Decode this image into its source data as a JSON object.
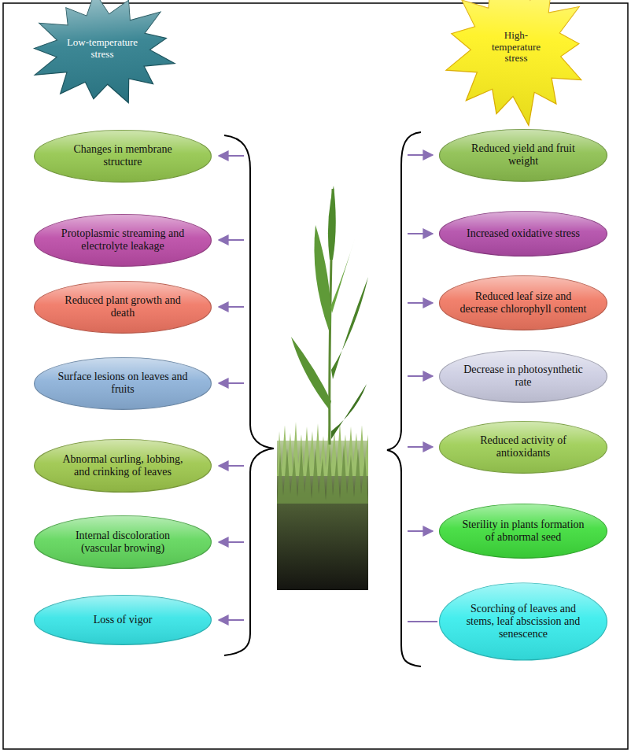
{
  "diagram": {
    "nodes": [
      {
        "text": [
          "Low-temperature stress"
        ]
      },
      {
        "text": [
          "Changes in membrane structure"
        ]
      },
      {
        "text": [
          "Protoplasmic streaming and electrolyte leakage"
        ]
      },
      {
        "text": [
          "Reduced plant growth and death"
        ]
      },
      {
        "text": [
          "Surface lesions on leaves and fruits"
        ]
      },
      {
        "text": [
          "Abnormal curling, lobbing, and crinking of leaves"
        ]
      },
      {
        "text": [
          "Internal discoloration (vascular browing)"
        ]
      },
      {
        "text": [
          "Loss of vigor"
        ]
      },
      {
        "text": [
          "High-temperature stress"
        ]
      },
      {
        "text": [
          "Reduced yield and fruit weight"
        ]
      },
      {
        "text": [
          "Increased oxidative stress"
        ]
      },
      {
        "text": [
          "Reduced leaf size and decrease chlorophyll content"
        ]
      },
      {
        "text": [
          "Decrease in photosynthetic rate"
        ]
      },
      {
        "text": [
          "Reduced activity of antioxidants"
        ]
      },
      {
        "text": [
          "Sterility in plants formation of abnormal seed"
        ]
      },
      {
        "text": [
          "Scorching of leaves and stems, leaf abscission and senescence"
        ]
      }
    ]
  }
}
